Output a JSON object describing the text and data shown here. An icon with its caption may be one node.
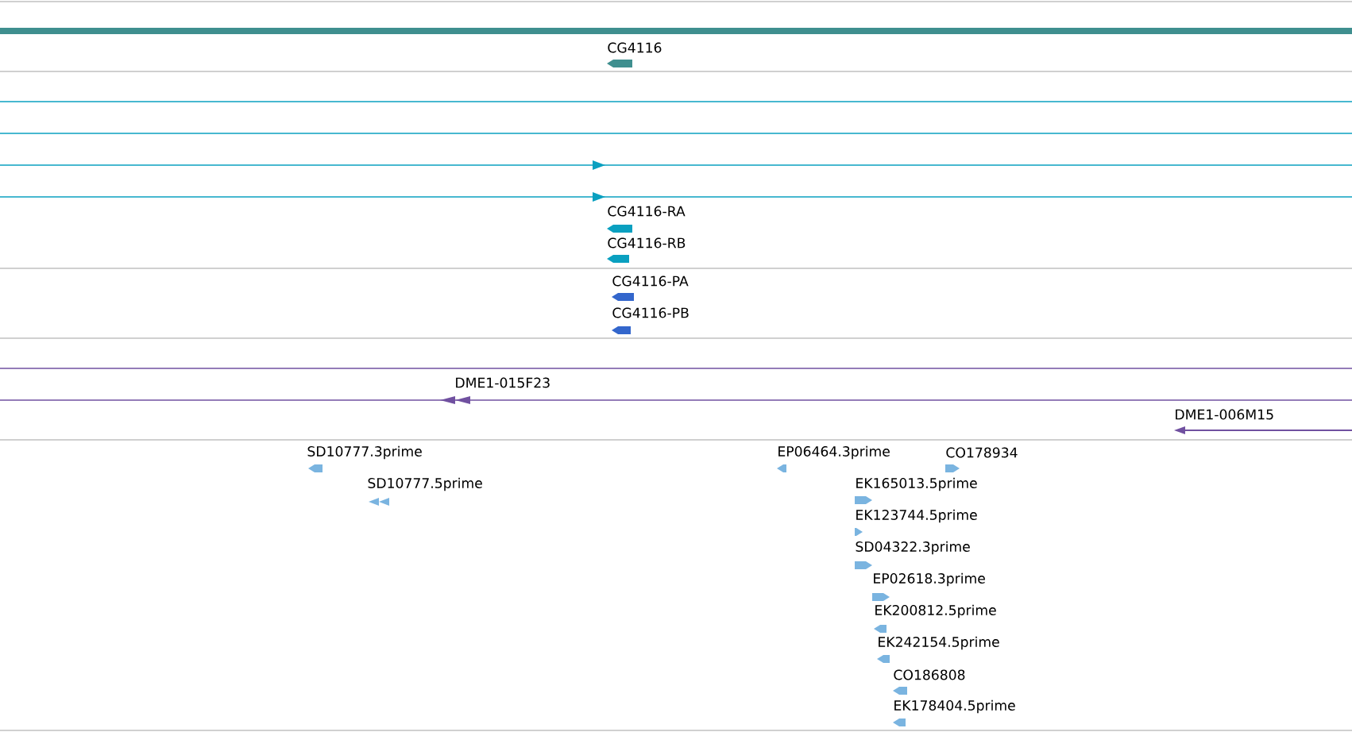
{
  "diagram": {
    "nodes": [
      {
        "text": [
          "CG4116"
        ]
      },
      {
        "text": [
          "CG4116-RA"
        ]
      },
      {
        "text": [
          "CG4116-RB"
        ]
      },
      {
        "text": [
          "CG4116-PA"
        ]
      },
      {
        "text": [
          "CG4116-PB"
        ]
      },
      {
        "text": [
          "DME1-015F23"
        ]
      },
      {
        "text": [
          "DME1-006M15"
        ]
      },
      {
        "text": [
          "SD10777.3prime"
        ]
      },
      {
        "text": [
          "SD10777.5prime"
        ]
      },
      {
        "text": [
          "EP06464.3prime"
        ]
      },
      {
        "text": [
          "CO178934"
        ]
      },
      {
        "text": [
          "EK165013.5prime"
        ]
      },
      {
        "text": [
          "EK123744.5prime"
        ]
      },
      {
        "text": [
          "SD04322.3prime"
        ]
      },
      {
        "text": [
          "EP02618.3prime"
        ]
      },
      {
        "text": [
          "EK200812.5prime"
        ]
      },
      {
        "text": [
          "EK242154.5prime"
        ]
      },
      {
        "text": [
          "CO186808"
        ]
      },
      {
        "text": [
          "EK178404.5prime"
        ]
      }
    ]
  }
}
